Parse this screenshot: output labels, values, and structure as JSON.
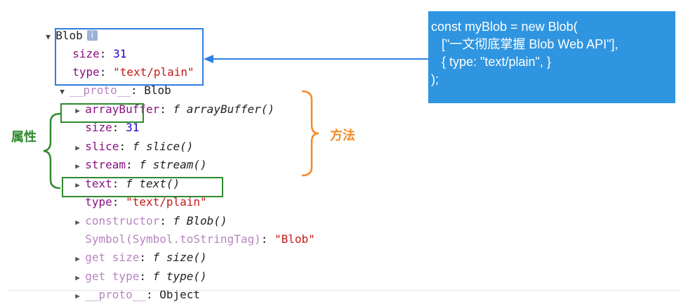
{
  "tree": {
    "root": {
      "name": "Blob",
      "info_icon": "i"
    },
    "own_props": [
      {
        "key": "size",
        "value": "31"
      },
      {
        "key": "type",
        "value": "\"text/plain\""
      }
    ],
    "proto": {
      "key": "__proto__",
      "value": "Blob"
    },
    "proto_items": [
      {
        "key": "arrayBuffer",
        "f": "f",
        "value": "arrayBuffer()"
      },
      {
        "key": "size",
        "value": "31"
      },
      {
        "key": "slice",
        "f": "f",
        "value": "slice()"
      },
      {
        "key": "stream",
        "f": "f",
        "value": "stream()"
      },
      {
        "key": "text",
        "f": "f",
        "value": "text()"
      },
      {
        "key": "type",
        "value": "\"text/plain\""
      },
      {
        "key": "constructor",
        "f": "f",
        "value": "Blob()"
      },
      {
        "key": "Symbol(Symbol.toStringTag)",
        "value": "\"Blob\""
      },
      {
        "key": "get size",
        "f": "f",
        "value": "size()"
      },
      {
        "key": "get type",
        "f": "f",
        "value": "type()"
      },
      {
        "key": "__proto__",
        "value": "Object"
      }
    ]
  },
  "annotations": {
    "attributes_label": "属性",
    "methods_label": "方法"
  },
  "code": {
    "lines": [
      "const myBlob = new Blob(",
      "   [\"一文彻底掌握 Blob Web API\"],",
      "   { type: \"text/plain\", }",
      ");"
    ]
  },
  "colors": {
    "key": "#881280",
    "number": "#1c00cf",
    "string": "#c41a16",
    "blue_box": "#2f7fe0",
    "green_box": "#2e8b2e",
    "orange": "#f08a24",
    "panel": "#2f95e0"
  }
}
